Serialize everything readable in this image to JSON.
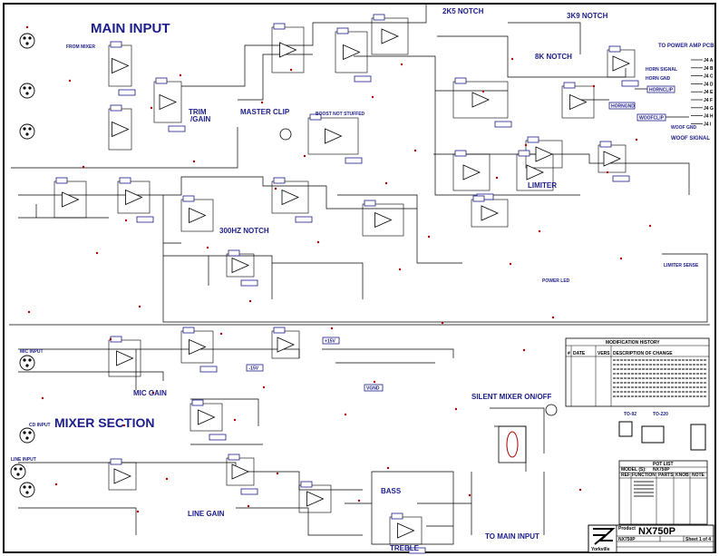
{
  "section_labels": {
    "main_input": "MAIN INPUT",
    "notch_2k5": "2K5 NOTCH",
    "notch_3k9": "3K9 NOTCH",
    "notch_8k": "8K NOTCH",
    "trim_gain_1": "TRIM",
    "trim_gain_2": "/GAIN",
    "master_clip": "MASTER CLIP",
    "limiter": "LIMITER",
    "notch_300hz": "300HZ NOTCH",
    "mic_gain": "MIC GAIN",
    "mixer_section": "MIXER SECTION",
    "silent_mixer": "SILENT MIXER ON/OFF",
    "bass": "BASS",
    "treble": "TREBLE",
    "line_gain": "LINE GAIN",
    "to_main_input": "TO MAIN INPUT"
  },
  "small_labels": {
    "from_mixer": "FROM MIXER",
    "to_power_amp": "TO POWER AMP PCB",
    "horn_signal": "HORN SIGNAL",
    "horn_gnd": "HORN GND",
    "woof_gnd": "WOOF GND",
    "woof_signal": "WOOF SIGNAL",
    "boost_not_stuffed": "BOOST NOT STUFFED",
    "power_led": "POWER LED",
    "limiter_sense": "LIMITER SENSE",
    "mic_input": "MIC INPUT",
    "cd_input": "CD INPUT",
    "line_input": "LINE INPUT"
  },
  "connector_pins": [
    "J4 A",
    "J4 B",
    "J4 C",
    "J4 D",
    "J4 E",
    "J4 F",
    "J4 G",
    "J4 H",
    "J4 I"
  ],
  "net_tags": {
    "vplus": "+15V",
    "vminus": "-15V",
    "vgnd": "VGND",
    "hornclip": "HORNCLIP",
    "woofclip": "WOOFCLIP",
    "horngnd": "HORNGND"
  },
  "revision_table": {
    "title": "MODIFICATION HISTORY",
    "headers": [
      "#",
      "DATE",
      "VERS",
      "DESCRIPTION OF CHANGE"
    ]
  },
  "parts": {
    "to92": "TO-92",
    "to220": "TO-220"
  },
  "pot_list": {
    "title": "POT LIST",
    "model_label": "MODEL (S):",
    "model": "NX750P",
    "headers": [
      "REF",
      "FUNCTION",
      "PARTS",
      "KNOB",
      "NOTE"
    ]
  },
  "title_block": {
    "brand": "Yorkville",
    "product_label": "Product",
    "product": "NX750P",
    "model": "NX750P",
    "sheet": "Sheet 1 of 4"
  },
  "colors": {
    "wire": "#000000",
    "label": "#1c1c8a",
    "junction": "#b00000",
    "tag_border": "#1c1c8a"
  }
}
